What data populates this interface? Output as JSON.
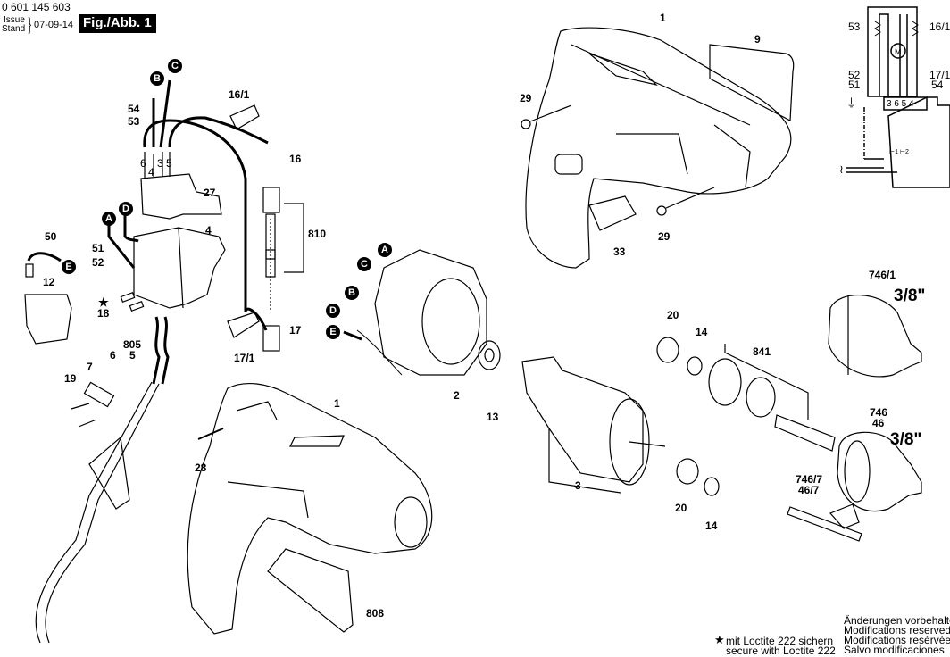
{
  "header": {
    "part_number": "0 601 145 603",
    "issue_label_de": "Issue",
    "issue_label_en": "Stand",
    "issue_date": "07-09-14",
    "figure_label": "Fig./Abb. 1"
  },
  "connector_markers": [
    "A",
    "B",
    "C",
    "D",
    "E"
  ],
  "part_labels": {
    "p1_top": "1",
    "p1_bottom": "1",
    "p2": "2",
    "p3": "3",
    "p4": "4",
    "p5": "5",
    "p6": "6",
    "p7": "7",
    "p9": "9",
    "p12": "12",
    "p13": "13",
    "p14_top": "14",
    "p14_bottom": "14",
    "p16": "16",
    "p16_1": "16/1",
    "p17": "17",
    "p17_1": "17/1",
    "p18": "18",
    "p19": "19",
    "p20_top": "20",
    "p20_bottom": "20",
    "p27": "27",
    "p28": "28",
    "p29_left": "29",
    "p29_right": "29",
    "p33": "33",
    "p50": "50",
    "p51": "51",
    "p52": "52",
    "p53": "53",
    "p54": "54",
    "p805": "805",
    "p808": "808",
    "p810": "810",
    "p841": "841",
    "p746_1": "746/1",
    "p746": "746",
    "p46": "46",
    "p746_7": "746/7",
    "p46_7": "46/7",
    "chuck_size_top": "3/8\"",
    "chuck_size_bottom": "3/8\""
  },
  "switch_terminals": [
    "6",
    "4",
    "3",
    "5"
  ],
  "wiring_diagram": {
    "labels_left": [
      "53",
      "52",
      "51"
    ],
    "labels_right": [
      "16/1",
      "17/1",
      "54"
    ],
    "terminal_row": "3 6 5 4",
    "motor_symbol": "M",
    "switch_terminals_bottom": "⊢1 ⊢2",
    "ground_symbol": "⏚",
    "ac_symbol": "≀"
  },
  "footnote": {
    "star": "★",
    "de": "mit Loctite 222 sichern",
    "en": "secure with Loctite 222"
  },
  "disclaimer": [
    "Änderungen vorbehalten",
    "Modifications reserved",
    "Modifications resérvées",
    "Salvo modificaciones"
  ]
}
